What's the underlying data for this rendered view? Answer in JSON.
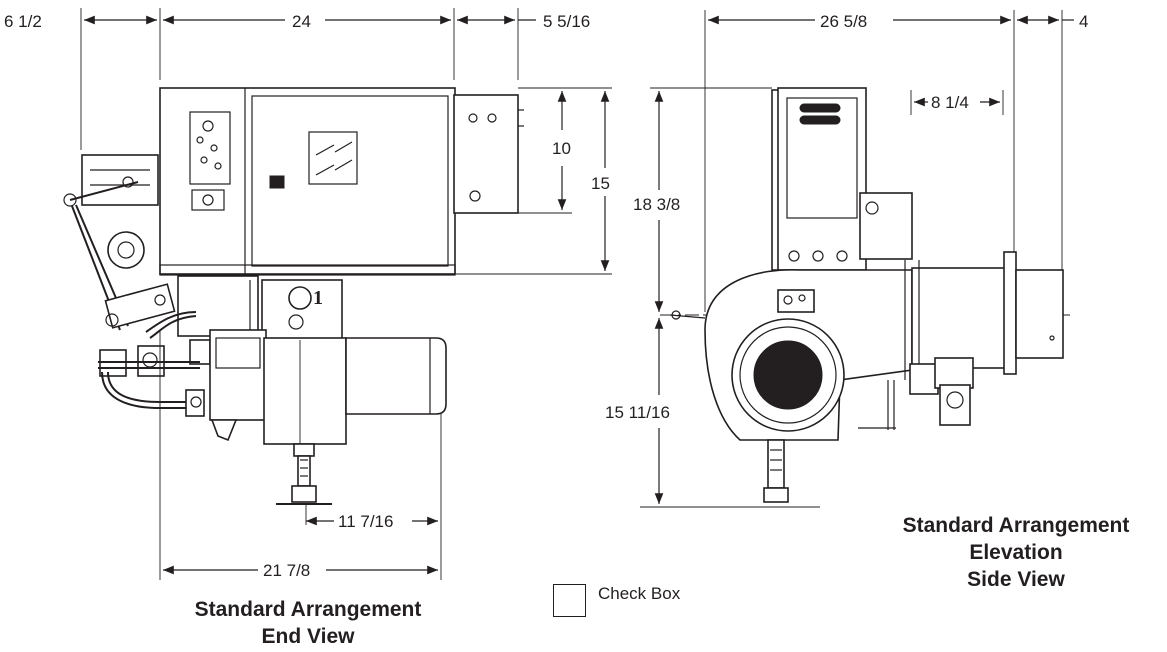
{
  "end_view": {
    "dims": {
      "left_offset": "6 1/2",
      "width_top": "24",
      "box_width": "5 5/16",
      "box_height": "10",
      "total_height": "15",
      "tube_length": "11 7/16",
      "overall_width": "21 7/8"
    },
    "caption": [
      "Standard Arrangement",
      "End View"
    ],
    "component_label": "1"
  },
  "side_view": {
    "dims": {
      "overall_length": "26 5/8",
      "tube_extension": "4",
      "flange_offset": "8 1/4",
      "upper_height": "18 3/8",
      "lower_height": "15 11/16"
    },
    "caption": [
      "Standard Arrangement",
      "Elevation",
      "Side View"
    ]
  },
  "checkbox": {
    "label": "Check Box",
    "checked": false
  }
}
